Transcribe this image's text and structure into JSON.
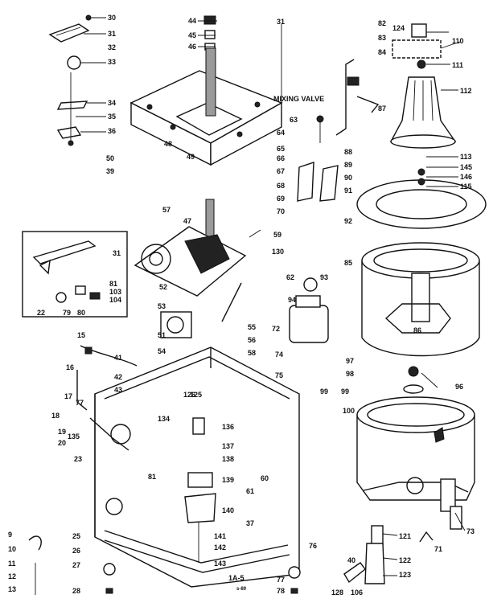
{
  "diagram": {
    "labels": {
      "motor_side_top": "31",
      "inset_31": "31",
      "inset_22": "22",
      "inset_79": "79",
      "inset_80": "80",
      "inset_103": "103",
      "inset_104": "104",
      "inset_81": "81",
      "tr_110": "110",
      "tr_111": "111",
      "tr_112": "112",
      "tr_124": "124",
      "tr_113": "113",
      "tr_145": "145",
      "tr_146": "146",
      "tr_115": "115",
      "tr_85": "85",
      "tr_86": "86",
      "tr_97": "97",
      "tr_98": "98",
      "tr_99": "99",
      "tr_96": "96",
      "tr_100": "100",
      "tr_73": "73",
      "tr_71": "71",
      "tr_121": "121",
      "tr_122": "122",
      "tr_123": "123",
      "tr_40": "40",
      "tr_106": "106",
      "tr_128": "128",
      "c_72": "72",
      "c_63": "63",
      "c_64": "64",
      "c_65": "65",
      "c_66": "66",
      "c_67": "67",
      "c_68": "68",
      "c_69": "69",
      "c_70": "70",
      "c_62": "62",
      "c_82": "82",
      "c_83": "83",
      "c_84": "84",
      "c_87": "87",
      "c_88": "88",
      "c_89": "89",
      "c_90": "90",
      "c_91": "91",
      "c_92": "92",
      "c_93": "93",
      "c_94": "94",
      "c_130": "130",
      "c_39": "39",
      "mixing_valve": "MIXING VALVE",
      "tl_30": "30",
      "tl_31": "31",
      "tl_32": "32",
      "tl_33": "33",
      "tl_34": "34",
      "tl_35": "35",
      "tl_36": "36",
      "tl_44": "44",
      "tl_45": "45",
      "tl_46": "46",
      "tl_48": "48",
      "tl_49": "49",
      "tl_47": "47",
      "tl_50": "50",
      "tl_57": "57",
      "tl_58": "58",
      "tl_59": "59",
      "tl_55": "55",
      "tl_56": "56",
      "tl_52": "52",
      "tl_53": "53",
      "tl_51": "51",
      "tl_54": "54",
      "l_15": "15",
      "l_16": "16",
      "l_17": "17",
      "l_18": "18",
      "l_19": "19",
      "l_20": "20",
      "l_23": "23",
      "l_41": "41",
      "l_42": "42",
      "l_43": "43",
      "l_77": "77",
      "l_135": "135",
      "l_25": "25",
      "l_26": "26",
      "l_27": "27",
      "l_28": "28",
      "l_9": "9",
      "l_10": "10",
      "l_11": "11",
      "l_12": "12",
      "l_13": "13",
      "m_126": "126",
      "m_134": "134",
      "m_136": "136",
      "m_137": "137",
      "m_138": "138",
      "m_139": "139",
      "m_140": "140",
      "m_141": "141",
      "m_142": "142",
      "m_143": "143",
      "m_81": "81",
      "m_60": "60",
      "m_61": "61",
      "m_37": "37",
      "m_76": "76",
      "m_77": "77",
      "m_78": "78",
      "m_74": "74",
      "m_75": "75",
      "m_59": "59",
      "m_99b": "99",
      "m_125": "125",
      "footer": "1A-5",
      "footer_small": "s-89"
    }
  }
}
